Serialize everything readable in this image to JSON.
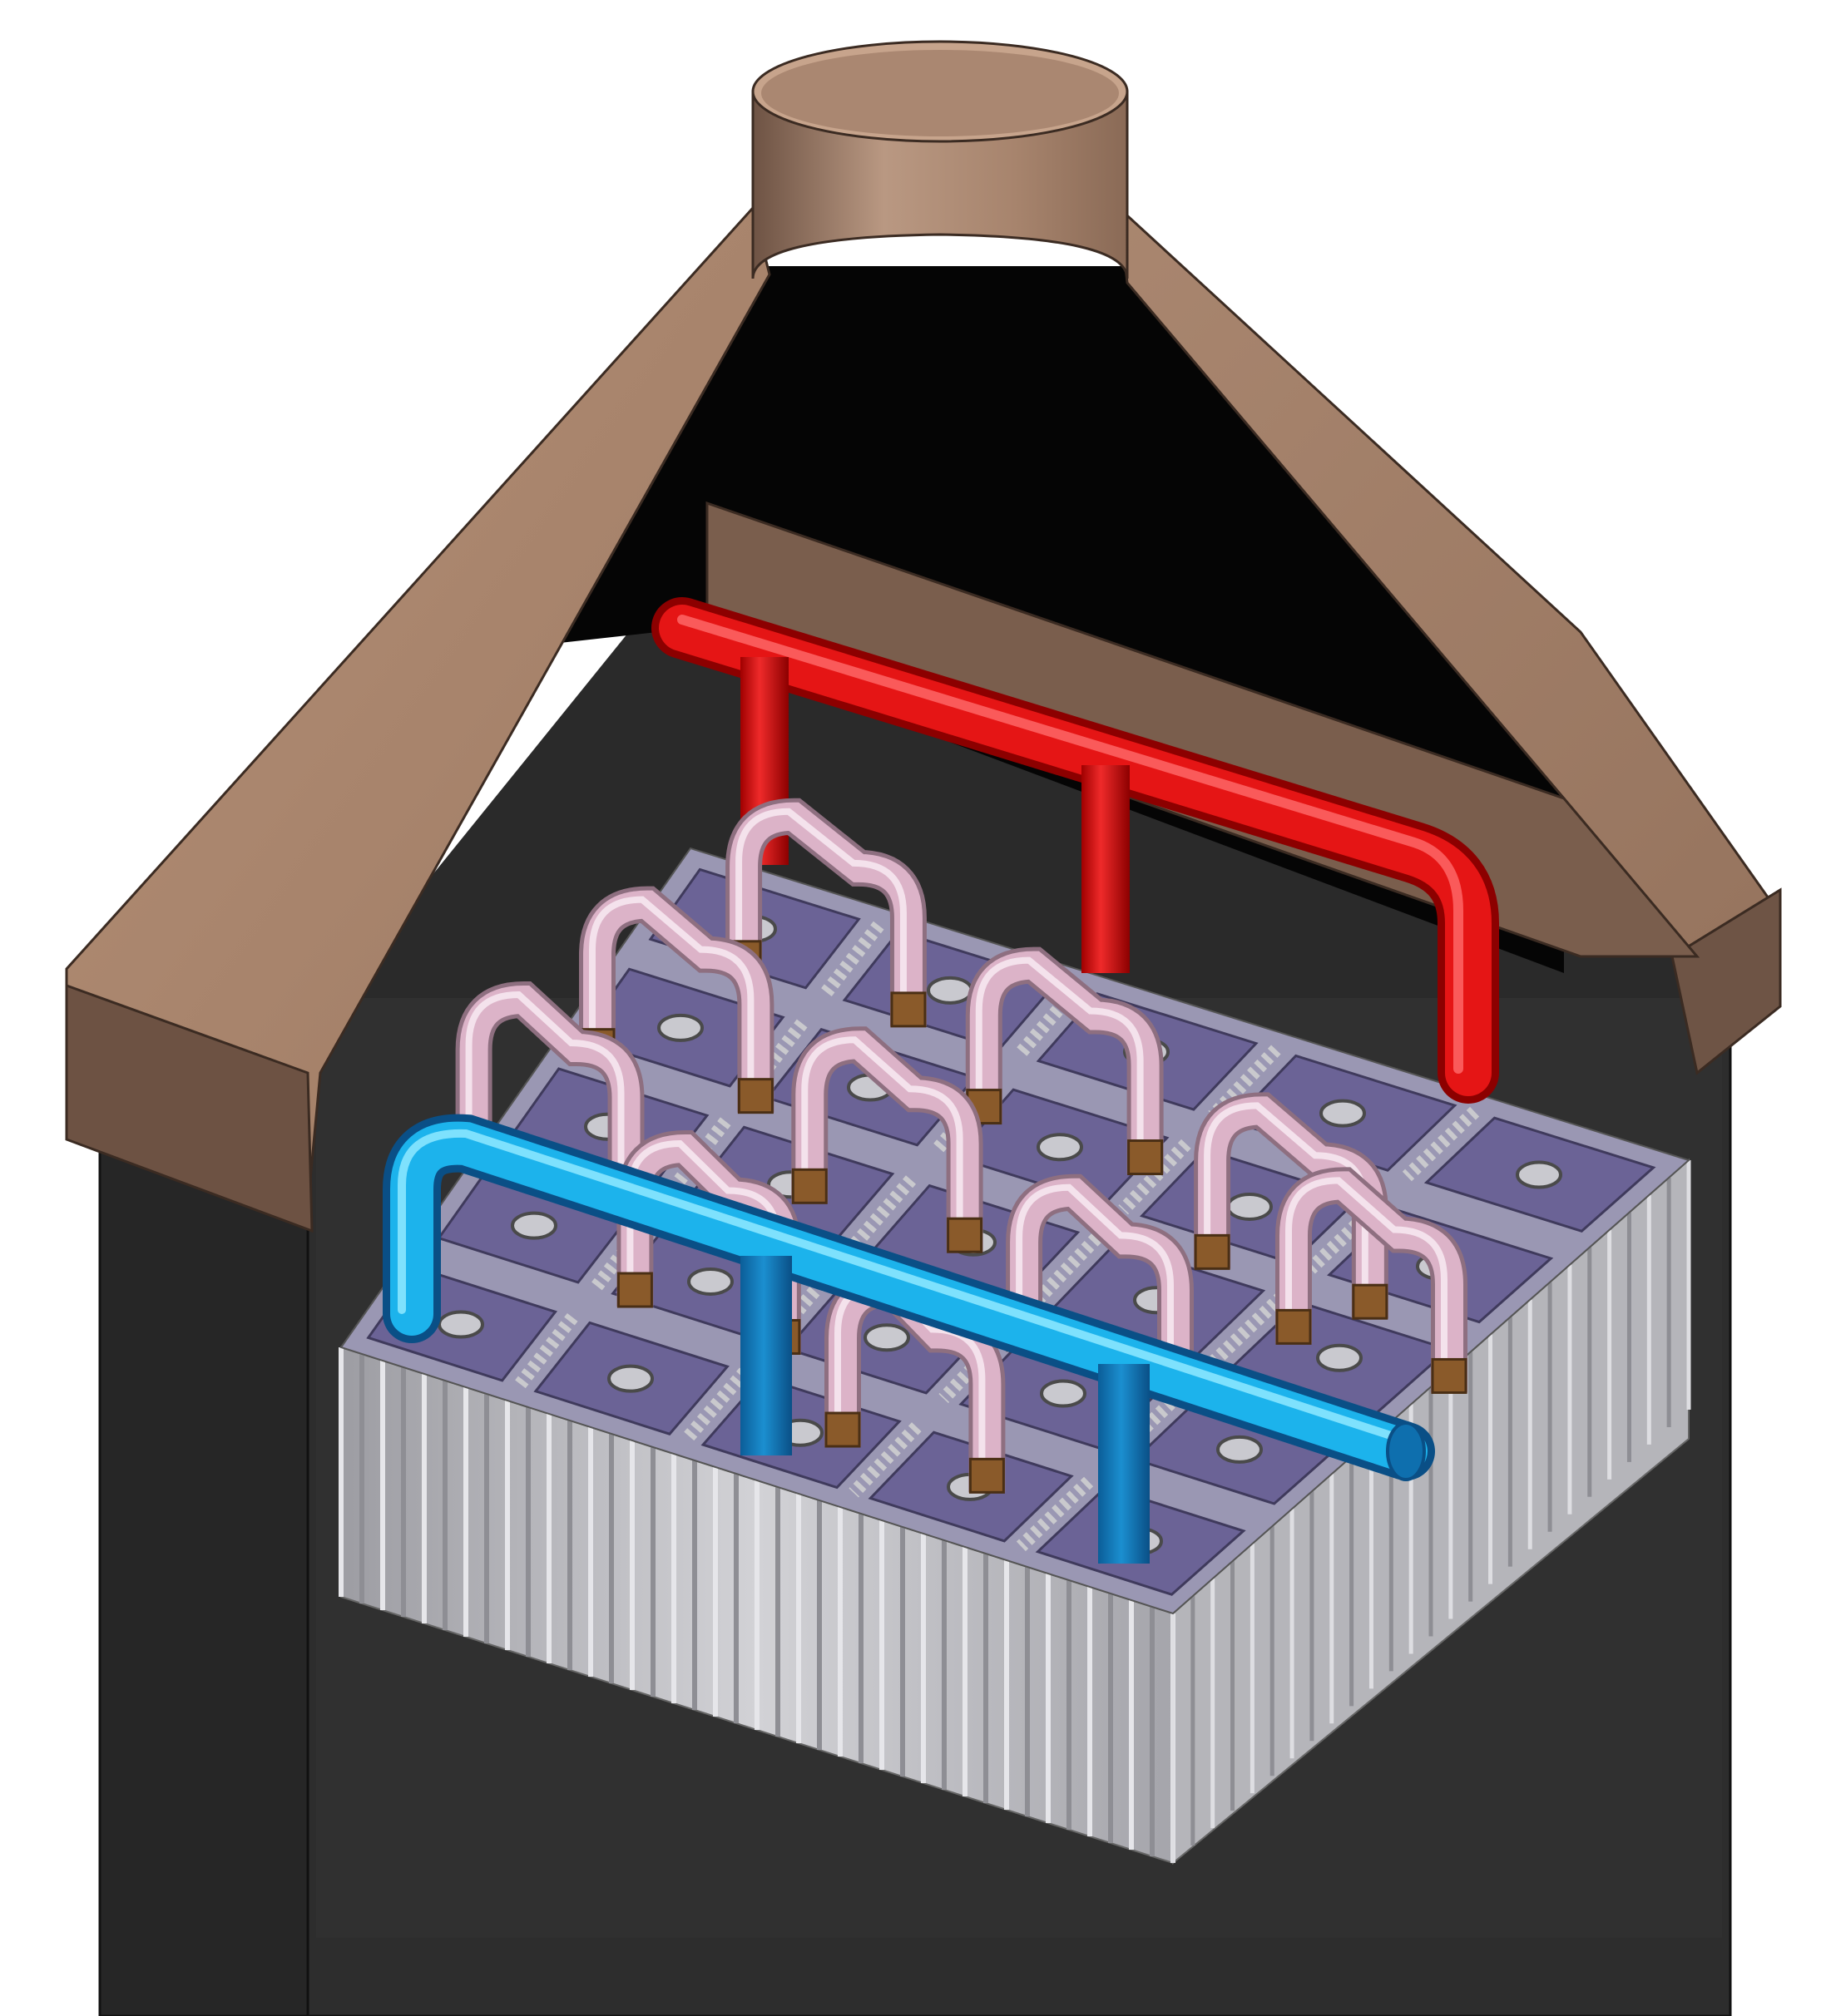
{
  "figure": {
    "labels": [],
    "colors": {
      "background": "#ffffff",
      "enclosure_dark": "#2b2b2b",
      "enclosure_front": "#232323",
      "hood_light": "#ad8a74",
      "hood_mid": "#8f6f5c",
      "hood_dark": "#6c5446",
      "duct_inner": "#000000",
      "hot_pipe": "#e51212",
      "cold_pipe": "#1aa8e0",
      "u_tube": "#dcb3c8",
      "tube_collar": "#8a5a2a",
      "cell_cap": "#6b6396",
      "cell_body": "#b8b8bc",
      "fin_grid": "#c9c9cd"
    },
    "components": {
      "cell_rows": 5,
      "cell_columns": 5,
      "u_tube_count": 10,
      "hot_manifold_drops": 3,
      "cold_manifold_drops": 3
    }
  }
}
